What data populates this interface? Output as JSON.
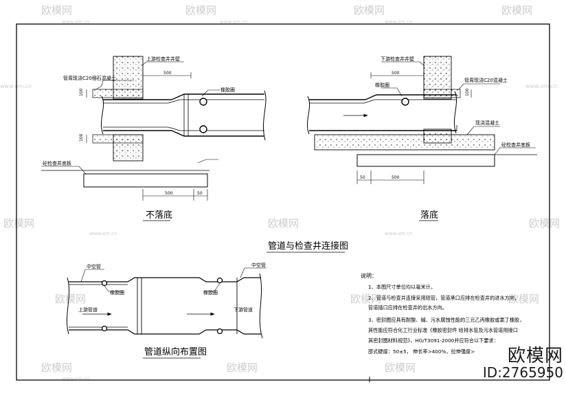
{
  "watermark": {
    "brand": "欧模网",
    "domain": "www.om.cn",
    "id_label": "ID:2765950"
  },
  "drawing": {
    "main_title": "管道与检查井连接图",
    "sub_title": "管道纵向布置图",
    "left_detail": {
      "caption": "不落底",
      "wall_label": "上游检查井井壁",
      "concrete_label": "管周现浇C20细石混凝土",
      "gasket_label": "橡胶圈",
      "base_label": "砼检查井底板",
      "dim_top": "500",
      "dim_v1": "100",
      "dim_v2": "100",
      "dim_bottom_1": "500",
      "dim_bottom_2": "50"
    },
    "right_detail": {
      "caption": "落底",
      "wall_label": "下游检查井井壁",
      "concrete_label": "管周现浇C20混凝土",
      "gasket_label": "橡胶圈",
      "cast_label": "现浇混凝土",
      "base_label": "砼检查井底板",
      "dim_top": "500",
      "dim_v": "100",
      "dim_bottom_1": "50",
      "dim_bottom_2": "500"
    },
    "plan": {
      "hollow_left": "中空管",
      "hollow_right": "中空管",
      "gasket_left": "橡胶圈",
      "gasket_right": "橡胶圈",
      "upstream": "上游管道",
      "downstream": "下游管道"
    },
    "notes": {
      "heading": "说明：",
      "lines": [
        "1、本图尺寸单位均以毫米计。",
        "2、管道与检查井连接采用短管，管道承口应排在检查井的进水方向，",
        "   管道插口应排在检查井的出水方向。",
        "3、密封圈应具有耐酸、碱、污水腐蚀性能的三元乙丙橡胶或氯丁橡胶，",
        "   其性能应符合化工行业标准《橡胶密封件  给排水管及污水管道用接口",
        "   其密封圈材料规范》，HG/T3091-2000并应符合以下要求：",
        "   邵式硬度：50±5，  伸长率>400%，拉伸强度>"
      ]
    }
  }
}
